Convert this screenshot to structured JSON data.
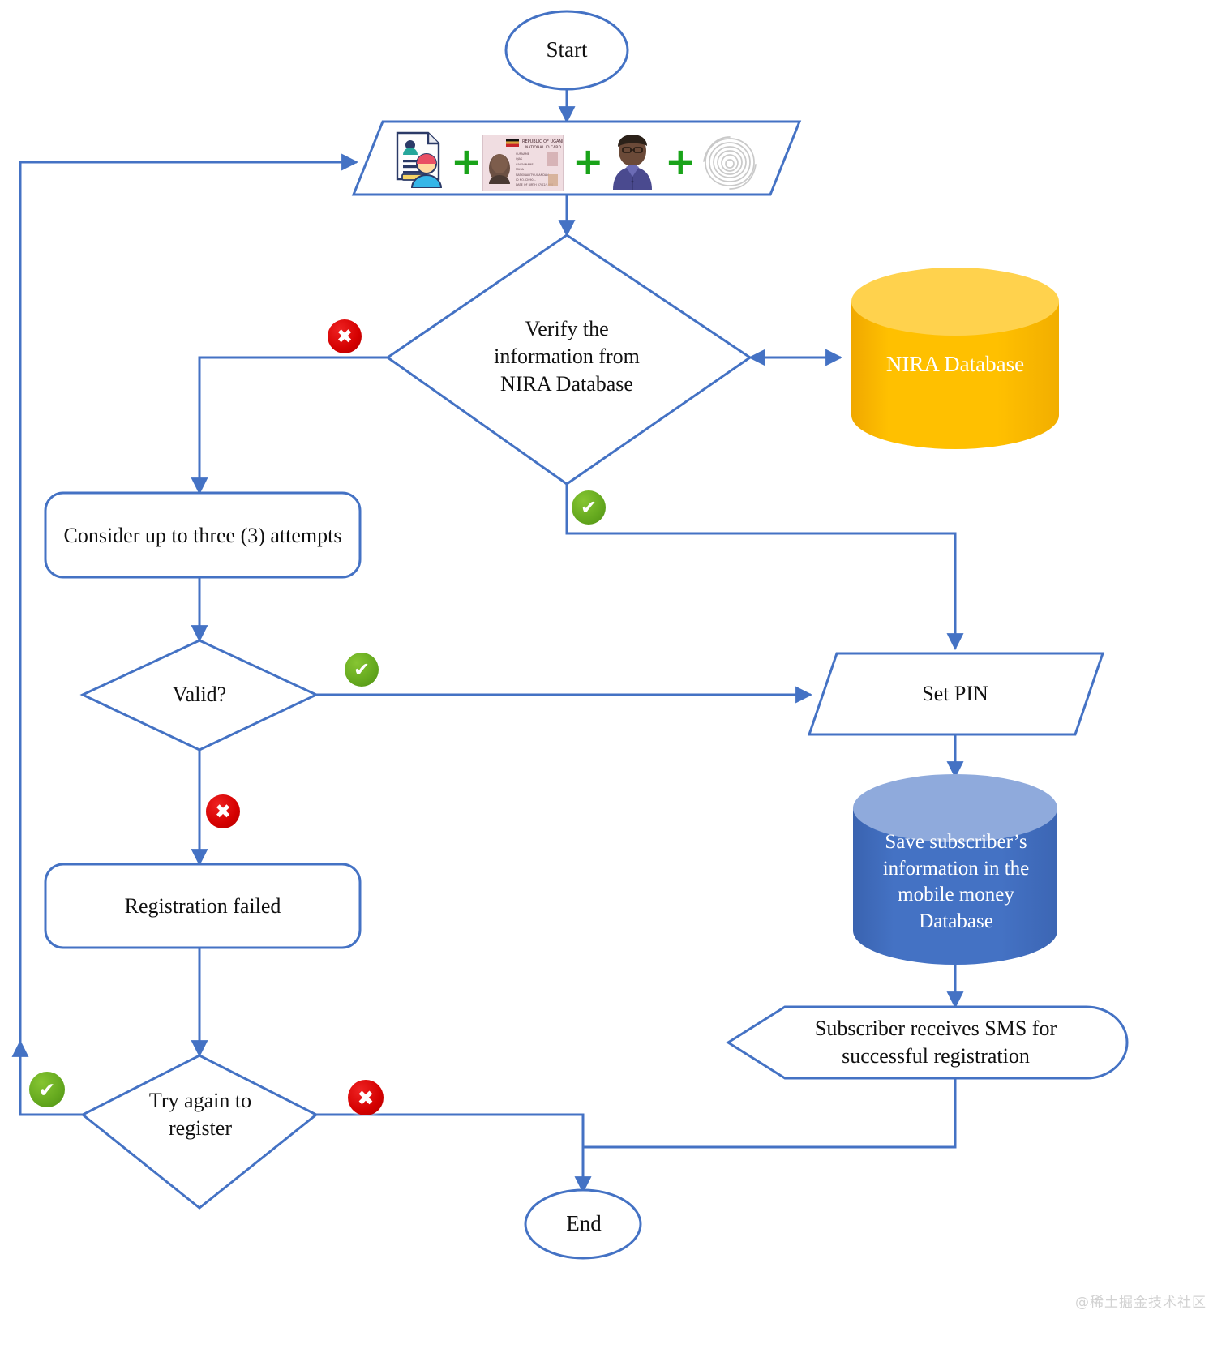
{
  "diagram": {
    "title": "Mobile money subscriber registration flowchart",
    "watermark": "@稀土掘金技术社区"
  },
  "colors": {
    "line": "#4472C4",
    "shape_stroke": "#4472C4",
    "shape_fill": "#FFFFFF",
    "nira_db_fill": "#FFC000",
    "nira_db_top": "#FFD24D",
    "momo_db_fill": "#4472C4",
    "momo_db_top": "#8FAADC",
    "ok_badge": "#6AAE1E",
    "no_badge": "#D40000",
    "plus": "#19A319",
    "text": "#111111",
    "watermark": "#D2D2D2"
  },
  "nodes": {
    "start": {
      "label": "Start",
      "shape": "terminator-ellipse"
    },
    "capture": {
      "label": "",
      "shape": "parallelogram-input",
      "items": [
        {
          "name": "personal-details-form",
          "caption": "Personal details form"
        },
        {
          "name": "national-id-card",
          "caption": "REPUBLIC OF UGANDA NATIONAL ID CARD"
        },
        {
          "name": "live-photo",
          "caption": "Subscriber photo"
        },
        {
          "name": "fingerprint",
          "caption": "Fingerprint"
        }
      ],
      "separator": "+"
    },
    "verify": {
      "label": "Verify the information from NIRA Database",
      "shape": "decision-diamond"
    },
    "nira_db": {
      "label": "NIRA Database",
      "shape": "cylinder-database"
    },
    "attempts": {
      "label": "Consider up to three (3) attempts",
      "shape": "rounded-rectangle"
    },
    "valid": {
      "label": "Valid?",
      "shape": "decision-diamond"
    },
    "set_pin": {
      "label": "Set PIN",
      "shape": "parallelogram-input"
    },
    "momo_db": {
      "label": "Save subscriber’s information in the mobile money Database",
      "shape": "cylinder-database"
    },
    "sms": {
      "label": "Subscriber receives SMS for successful registration",
      "shape": "display"
    },
    "reg_failed": {
      "label": "Registration failed",
      "shape": "rounded-rectangle"
    },
    "try_again": {
      "label": "Try again to register",
      "shape": "decision-diamond"
    },
    "end": {
      "label": "End",
      "shape": "terminator-ellipse"
    }
  },
  "edge_markers": [
    {
      "id": "verify-fail",
      "type": "no",
      "glyph": "✖",
      "meaning": "verification failed"
    },
    {
      "id": "verify-pass",
      "type": "ok",
      "glyph": "✔",
      "meaning": "verification passed"
    },
    {
      "id": "valid-pass",
      "type": "ok",
      "glyph": "✔",
      "meaning": "valid"
    },
    {
      "id": "valid-fail",
      "type": "no",
      "glyph": "✖",
      "meaning": "not valid"
    },
    {
      "id": "tryagain-yes",
      "type": "ok",
      "glyph": "✔",
      "meaning": "retry registration"
    },
    {
      "id": "tryagain-no",
      "type": "no",
      "glyph": "✖",
      "meaning": "do not retry"
    }
  ],
  "chart_data": {
    "type": "table",
    "title": "Mobile money subscriber registration flowchart",
    "nodes": [
      {
        "id": "start",
        "label": "Start",
        "shape": "terminator"
      },
      {
        "id": "capture",
        "label": "Personal details + National ID + Photo + Fingerprint",
        "shape": "input"
      },
      {
        "id": "verify",
        "label": "Verify the information from NIRA Database",
        "shape": "decision"
      },
      {
        "id": "nira_db",
        "label": "NIRA Database",
        "shape": "database"
      },
      {
        "id": "attempts",
        "label": "Consider up to three (3) attempts",
        "shape": "process"
      },
      {
        "id": "valid",
        "label": "Valid?",
        "shape": "decision"
      },
      {
        "id": "set_pin",
        "label": "Set PIN",
        "shape": "input"
      },
      {
        "id": "momo_db",
        "label": "Save subscriber’s information in the mobile money Database",
        "shape": "database"
      },
      {
        "id": "sms",
        "label": "Subscriber receives SMS for successful registration",
        "shape": "display"
      },
      {
        "id": "reg_failed",
        "label": "Registration failed",
        "shape": "process"
      },
      {
        "id": "try_again",
        "label": "Try again to register",
        "shape": "decision"
      },
      {
        "id": "end",
        "label": "End",
        "shape": "terminator"
      }
    ],
    "edges": [
      {
        "from": "start",
        "to": "capture",
        "label": ""
      },
      {
        "from": "capture",
        "to": "verify",
        "label": ""
      },
      {
        "from": "verify",
        "to": "nira_db",
        "label": "",
        "bidirectional": true
      },
      {
        "from": "verify",
        "to": "attempts",
        "label": "✖"
      },
      {
        "from": "verify",
        "to": "set_pin",
        "label": "✔"
      },
      {
        "from": "attempts",
        "to": "valid",
        "label": ""
      },
      {
        "from": "valid",
        "to": "set_pin",
        "label": "✔"
      },
      {
        "from": "valid",
        "to": "reg_failed",
        "label": "✖"
      },
      {
        "from": "set_pin",
        "to": "momo_db",
        "label": ""
      },
      {
        "from": "momo_db",
        "to": "sms",
        "label": ""
      },
      {
        "from": "sms",
        "to": "end",
        "label": ""
      },
      {
        "from": "reg_failed",
        "to": "try_again",
        "label": ""
      },
      {
        "from": "try_again",
        "to": "capture",
        "label": "✔"
      },
      {
        "from": "try_again",
        "to": "end",
        "label": "✖"
      }
    ]
  }
}
